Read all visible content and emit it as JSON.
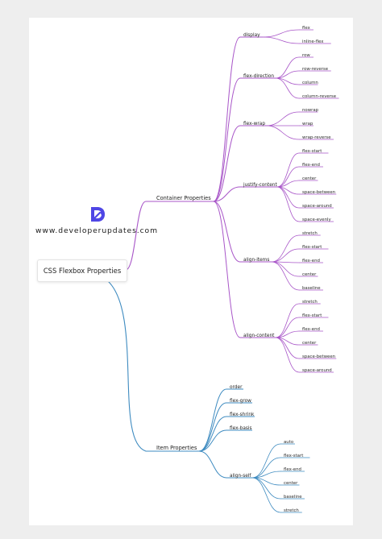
{
  "brand": {
    "url": "www.developerupdates.com"
  },
  "colors": {
    "container_branch": "#a855c8",
    "item_branch": "#3e8bc0",
    "page_background": "#eeeeee",
    "paper": "#ffffff",
    "logo": "#4f46e5"
  },
  "mindmap": {
    "root": "CSS Flexbox Properties",
    "branches": [
      {
        "label": "Container Properties",
        "key": "container",
        "children": [
          {
            "label": "display",
            "values": [
              "flex",
              "inline-flex"
            ]
          },
          {
            "label": "flex-direction",
            "values": [
              "row",
              "row-reverse",
              "column",
              "column-reverse"
            ]
          },
          {
            "label": "flex-wrap",
            "values": [
              "nowrap",
              "wrap",
              "wrap-reverse"
            ]
          },
          {
            "label": "justify-content",
            "values": [
              "flex-start",
              "flex-end",
              "center",
              "space-between",
              "space-around",
              "space-evenly"
            ]
          },
          {
            "label": "align-items",
            "values": [
              "stretch",
              "flex-start",
              "flex-end",
              "center",
              "baseline"
            ]
          },
          {
            "label": "align-content",
            "values": [
              "stretch",
              "flex-start",
              "flex-end",
              "center",
              "space-between",
              "space-around"
            ]
          }
        ]
      },
      {
        "label": "Item Properties",
        "key": "item",
        "children": [
          {
            "label": "order",
            "values": []
          },
          {
            "label": "flex-grow",
            "values": []
          },
          {
            "label": "flex-shrink",
            "values": []
          },
          {
            "label": "flex-basis",
            "values": []
          },
          {
            "label": "align-self",
            "values": [
              "auto",
              "flex-start",
              "flex-end",
              "center",
              "baseline",
              "stretch"
            ]
          }
        ]
      }
    ]
  }
}
